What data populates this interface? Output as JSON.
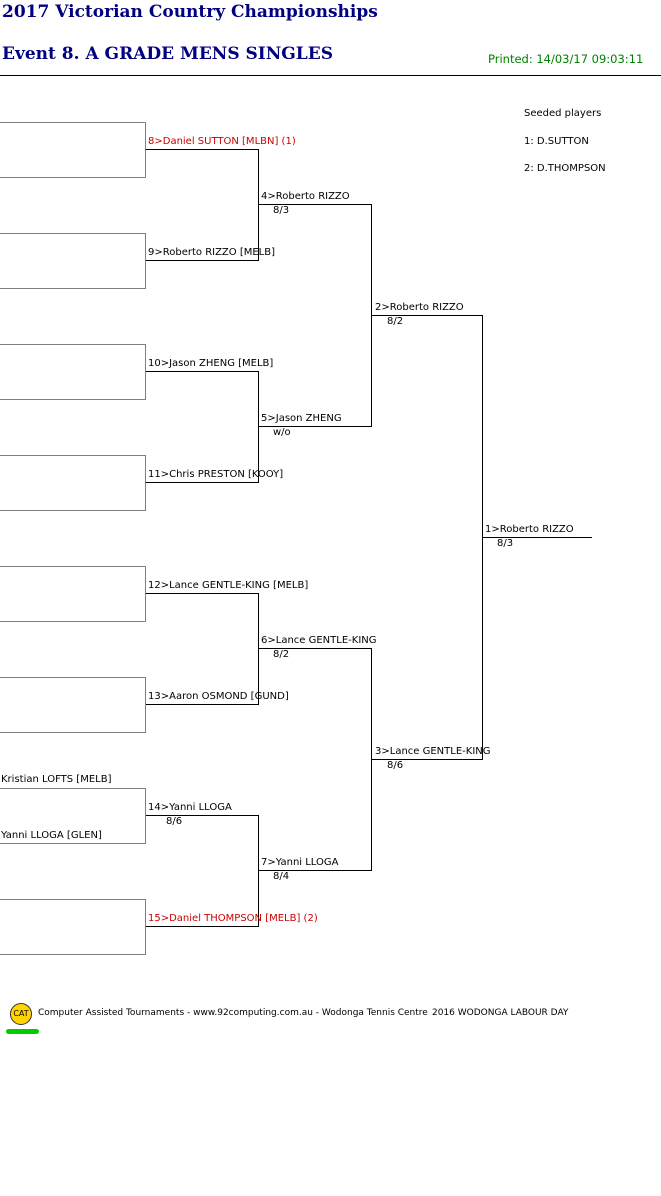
{
  "header": {
    "main_title": "2017 Victorian Country Championships",
    "event_title": "Event 8. A GRADE MENS SINGLES",
    "printed": "Printed: 14/03/17 09:03:11"
  },
  "seeded": {
    "heading": "Seeded players",
    "players": [
      "1: D.SUTTON",
      "2: D.THOMPSON"
    ]
  },
  "round1": {
    "kristian": "Kristian LOFTS [MELB]",
    "yanni": "Yanni LLOGA [GLEN]"
  },
  "round2": [
    "8>Daniel SUTTON [MLBN] (1)",
    "9>Roberto RIZZO [MELB]",
    "10>Jason ZHENG [MELB]",
    "11>Chris PRESTON [KOOY]",
    "12>Lance GENTLE-KING [MELB]",
    "13>Aaron OSMOND [GUND]",
    "14>Yanni LLOGA",
    "15>Daniel THOMPSON [MELB] (2)"
  ],
  "round2_score": "8/6",
  "quarter": [
    {
      "name": "4>Roberto RIZZO",
      "score": "8/3"
    },
    {
      "name": "5>Jason ZHENG",
      "score": "w/o"
    },
    {
      "name": "6>Lance GENTLE-KING",
      "score": "8/2"
    },
    {
      "name": "7>Yanni LLOGA",
      "score": "8/4"
    }
  ],
  "semi": [
    {
      "name": "2>Roberto RIZZO",
      "score": "8/2"
    },
    {
      "name": "3>Lance GENTLE-KING",
      "score": "8/6"
    }
  ],
  "final": {
    "name": "1>Roberto RIZZO",
    "score": "8/3"
  },
  "footer": {
    "logo": "CAT",
    "credit": "Computer Assisted Tournaments - www.92computing.com.au -  Wodonga Tennis Centre",
    "event": "2016 WODONGA LABOUR DAY"
  },
  "colors": {
    "title": "#000080",
    "printed": "#008000",
    "seeded_name": "#cc0000",
    "logo": "#ffd400",
    "logo_underline": "#00cc00"
  }
}
